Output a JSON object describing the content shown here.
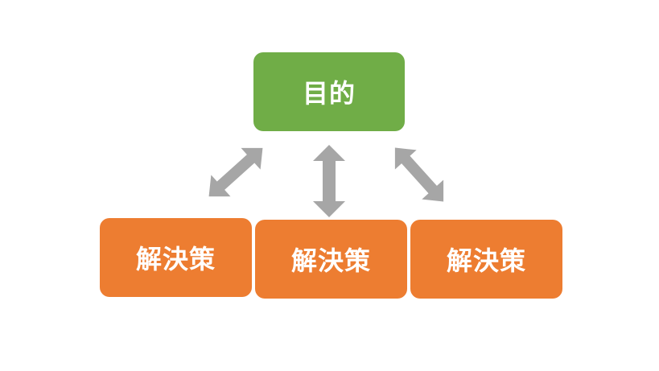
{
  "goal": {
    "label": "目的",
    "color": "#70ad47"
  },
  "solutions": [
    {
      "label": "解決策"
    },
    {
      "label": "解決策"
    },
    {
      "label": "解決策"
    }
  ],
  "colors": {
    "solution_fill": "#ed7d31",
    "arrow_fill": "#a6a6a6",
    "text": "#ffffff"
  }
}
